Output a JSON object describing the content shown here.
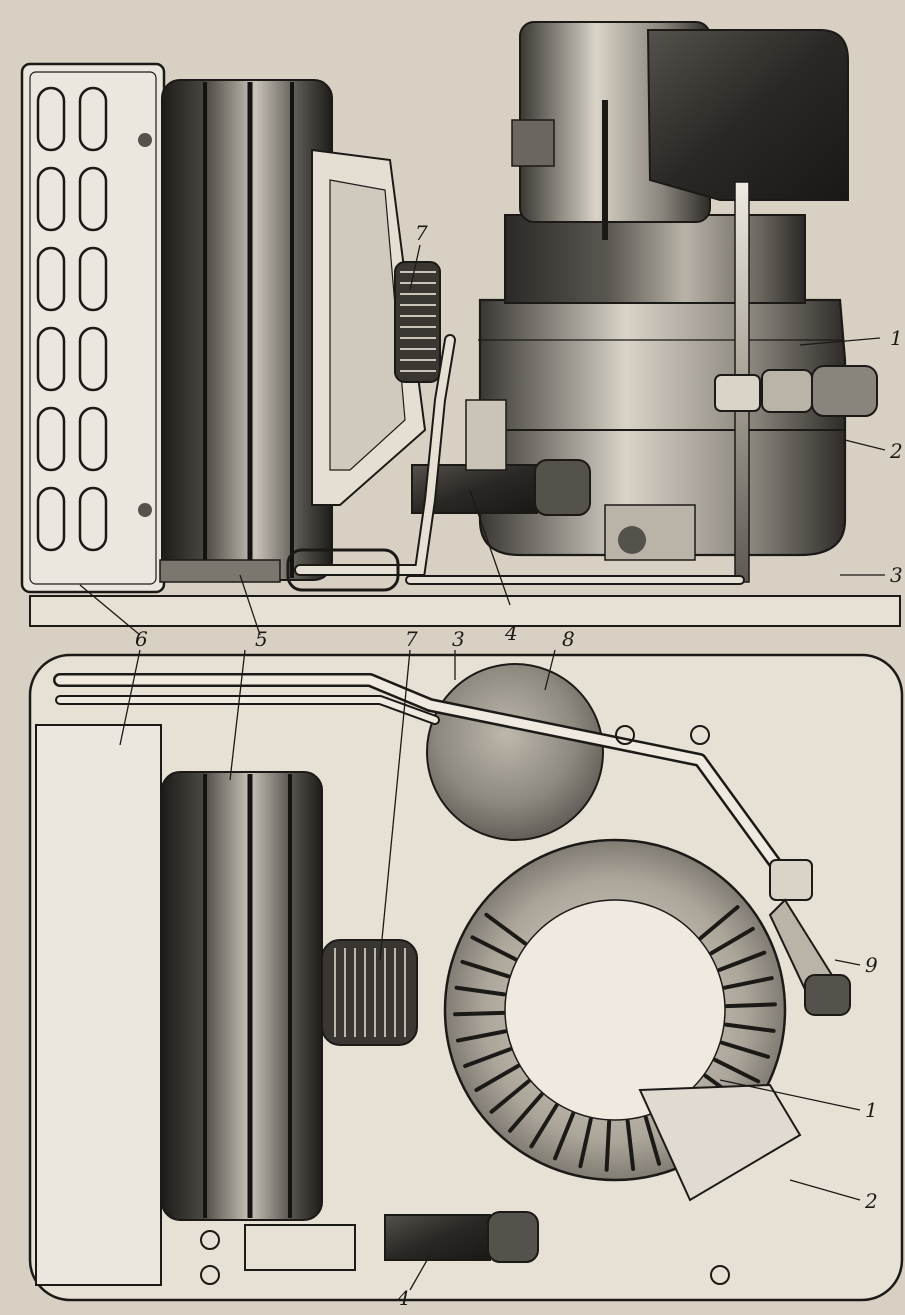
{
  "figure": {
    "callouts": {
      "side_view": [
        {
          "id": "top-1",
          "text": "1"
        },
        {
          "id": "top-2",
          "text": "2"
        },
        {
          "id": "top-3",
          "text": "3"
        },
        {
          "id": "top-4",
          "text": "4"
        },
        {
          "id": "top-5",
          "text": "5"
        },
        {
          "id": "top-6",
          "text": "6"
        },
        {
          "id": "top-7",
          "text": "7"
        }
      ],
      "plan_view": [
        {
          "id": "bot-1",
          "text": "1"
        },
        {
          "id": "bot-2",
          "text": "2"
        },
        {
          "id": "bot-3",
          "text": "3"
        },
        {
          "id": "bot-4",
          "text": "4"
        },
        {
          "id": "bot-7",
          "text": "7"
        },
        {
          "id": "bot-8",
          "text": "8"
        },
        {
          "id": "bot-9",
          "text": "9"
        }
      ]
    },
    "colors": {
      "paper": "#d8d1c3",
      "ink": "#1c1a17",
      "metal_dark": "#3a3733",
      "metal_mid": "#8a857c",
      "metal_light": "#e9e4da"
    }
  }
}
